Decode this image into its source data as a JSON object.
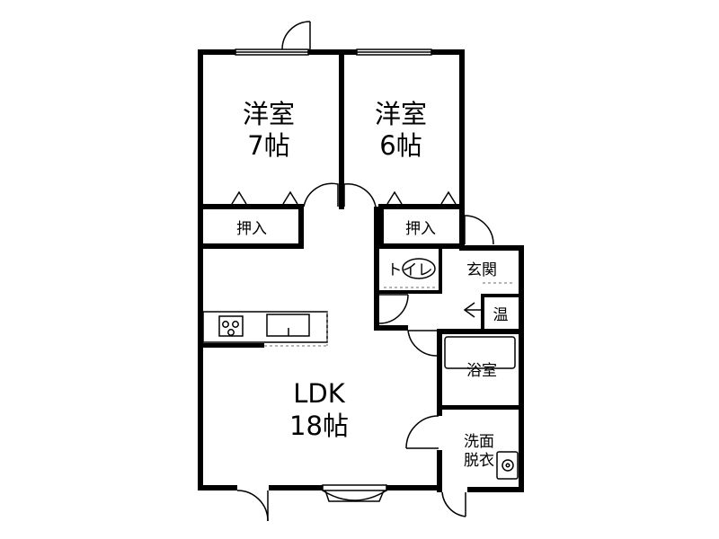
{
  "rooms": {
    "western_room_1": {
      "name": "洋室",
      "size": "7帖"
    },
    "western_room_2": {
      "name": "洋室",
      "size": "6帖"
    },
    "closet_1": "押入",
    "closet_2": "押入",
    "toilet": "トイレ",
    "entrance": "玄関",
    "water_heater": "温",
    "bathroom": "浴室",
    "ldk": {
      "name": "LDK",
      "size": "18帖"
    },
    "washroom": {
      "line1": "洗面",
      "line2": "脱衣"
    }
  }
}
